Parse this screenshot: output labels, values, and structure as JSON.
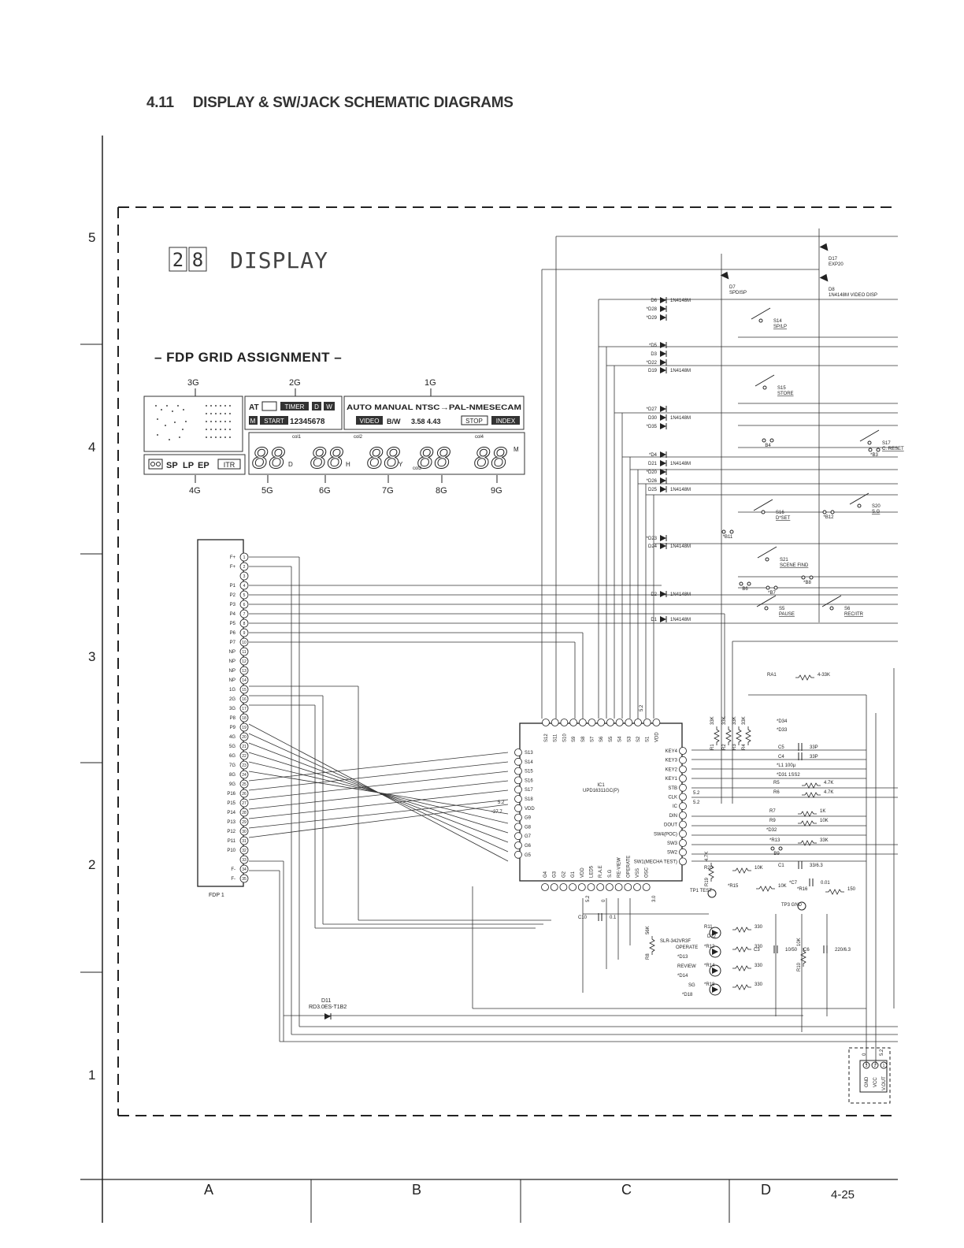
{
  "header": {
    "section_number": "4.11",
    "title": "DISPLAY & SW/JACK SCHEMATIC DIAGRAMS"
  },
  "page_number": "4-25",
  "grid": {
    "rows": [
      "5",
      "4",
      "3",
      "2",
      "1"
    ],
    "columns": [
      "A",
      "B",
      "C",
      "D"
    ]
  },
  "board": {
    "number_box": [
      "2",
      "8"
    ],
    "name": "DISPLAY"
  },
  "fdp_grid": {
    "title": "– FDP GRID ASSIGNMENT –",
    "grids_top": [
      "3G",
      "2G",
      "1G"
    ],
    "grids_bottom": [
      "4G",
      "5G",
      "6G",
      "7G",
      "8G",
      "9G"
    ],
    "segment_2g": [
      "AT",
      "TIMER",
      "D",
      "W",
      "M",
      "START",
      "12345678"
    ],
    "segment_1g_row1": "AUTO MANUAL NTSC→PAL-NMESECAM",
    "segment_1g_row2": [
      "VIDEO",
      "B/W",
      "3.58 4.43",
      "STOP",
      "INDEX"
    ],
    "segment_4g": [
      "SP",
      "LP",
      "EP",
      "ITR"
    ],
    "digits": [
      "88",
      "88",
      "88",
      "88",
      "88"
    ],
    "digit_marks": [
      "col1",
      "col2",
      "col3",
      "col4",
      "D",
      "H",
      "Y",
      "M"
    ]
  },
  "fdp": {
    "ref": "FDP 1",
    "pins": [
      "F+",
      "F+",
      "",
      "P1",
      "P2",
      "P3",
      "P4",
      "P5",
      "P6",
      "P7",
      "NP",
      "NP",
      "NP",
      "NP",
      "1G",
      "2G",
      "3G",
      "P8",
      "P9",
      "4G",
      "5G",
      "6G",
      "7G",
      "8G",
      "9G",
      "P16",
      "P15",
      "P14",
      "P13",
      "P12",
      "P11",
      "P10",
      "",
      "F-",
      "F-"
    ]
  },
  "ic1": {
    "ref": "IC1",
    "part": "UPD16311GC(P)",
    "top_pins": [
      "S12",
      "S11",
      "S10",
      "S9",
      "S8",
      "S7",
      "S6",
      "S5",
      "S4",
      "S3",
      "S2",
      "S1",
      "VDD"
    ],
    "left_pins": [
      "S13",
      "S14",
      "S15",
      "S16",
      "S17",
      "S18",
      "VDD",
      "G9",
      "G8",
      "G7",
      "G6",
      "G5"
    ],
    "right_pins": [
      "KEY4",
      "KEY3",
      "KEY2",
      "KEY1",
      "STB",
      "CLK",
      "IC",
      "DIN",
      "DOUT",
      "SW4(POC)",
      "SW3",
      "SW2",
      "SW1(MECHA TEST)"
    ],
    "bottom_pins": [
      "G4",
      "G3",
      "G2",
      "G1",
      "VDD",
      "LED5",
      "R.A.E",
      "S.G",
      "RE-VIEW",
      "OPERATE",
      "VSS",
      "OSC"
    ],
    "supply_labels": [
      "5.2",
      "-27.7",
      "5.2",
      "5.2",
      "0",
      "3.0"
    ]
  },
  "diodes": [
    {
      "ref": "D6",
      "part": "1N4148M"
    },
    {
      "ref": "*D28",
      "part": ""
    },
    {
      "ref": "*D29",
      "part": ""
    },
    {
      "ref": "*D5",
      "part": ""
    },
    {
      "ref": "D3",
      "part": ""
    },
    {
      "ref": "*D22",
      "part": ""
    },
    {
      "ref": "D19",
      "part": "1N4148M"
    },
    {
      "ref": "*D27",
      "part": ""
    },
    {
      "ref": "D30",
      "part": "1N4148M"
    },
    {
      "ref": "*D35",
      "part": ""
    },
    {
      "ref": "*D4",
      "part": ""
    },
    {
      "ref": "D21",
      "part": "1N4148M"
    },
    {
      "ref": "*D20",
      "part": ""
    },
    {
      "ref": "*D26",
      "part": ""
    },
    {
      "ref": "D25",
      "part": "1N4148M"
    },
    {
      "ref": "*D23",
      "part": ""
    },
    {
      "ref": "D24",
      "part": "1N4148M"
    },
    {
      "ref": "D2",
      "part": "1N4148M"
    },
    {
      "ref": "D1",
      "part": "1N4148M"
    },
    {
      "ref": "D7",
      "part": "SPDISP"
    },
    {
      "ref": "D17",
      "part": "EXP20"
    },
    {
      "ref": "D8",
      "part": "1N4148M VIDEO DISP"
    }
  ],
  "switches": [
    {
      "ref": "S14",
      "name": "SP/LP"
    },
    {
      "ref": "S15",
      "name": "STORE"
    },
    {
      "ref": "S17",
      "name": "C. RESET"
    },
    {
      "ref": "S16",
      "name": "D*SET"
    },
    {
      "ref": "S20",
      "name": "S.G"
    },
    {
      "ref": "S21",
      "name": "SCENE FIND"
    },
    {
      "ref": "S5",
      "name": "PAUSE"
    },
    {
      "ref": "S6",
      "name": "REC/ITR"
    }
  ],
  "jumpers": [
    "B4",
    "*B3",
    "*B11",
    "*B12",
    "B6",
    "*B7",
    "*B8",
    "B9"
  ],
  "resistors": [
    {
      "ref": "R1",
      "value": "33K"
    },
    {
      "ref": "R2",
      "value": "33K"
    },
    {
      "ref": "R3",
      "value": "33K"
    },
    {
      "ref": "R4",
      "value": "33K"
    },
    {
      "ref": "RA1",
      "value": "4-33K"
    },
    {
      "ref": "R5",
      "value": "4.7K"
    },
    {
      "ref": "R6",
      "value": "4.7K"
    },
    {
      "ref": "R7",
      "value": "1K"
    },
    {
      "ref": "R9",
      "value": "10K"
    },
    {
      "ref": "*R13",
      "value": "33K"
    },
    {
      "ref": "R19",
      "value": "4.7K"
    },
    {
      "ref": "R20",
      "value": "10K"
    },
    {
      "ref": "*R15",
      "value": "10K"
    },
    {
      "ref": "*R16",
      "value": "150"
    },
    {
      "ref": "R11",
      "value": "330"
    },
    {
      "ref": "*R12",
      "value": "330"
    },
    {
      "ref": "*R14",
      "value": "330"
    },
    {
      "ref": "*R18",
      "value": "330"
    },
    {
      "ref": "R8",
      "value": "56K"
    },
    {
      "ref": "R10",
      "value": "10K"
    }
  ],
  "capacitors": [
    {
      "ref": "C5",
      "value": "33P"
    },
    {
      "ref": "C4",
      "value": "33P"
    },
    {
      "ref": "C1",
      "value": "33/6.3"
    },
    {
      "ref": "*C7",
      "value": "0.01"
    },
    {
      "ref": "C10",
      "value": "0.1"
    },
    {
      "ref": "C3",
      "value": "10/50"
    },
    {
      "ref": "C6",
      "value": "220/6.3"
    }
  ],
  "misc": {
    "l1": "*L1 100µ",
    "d31": "*D31 1SS2",
    "d34": "*D34",
    "d33": "*D33",
    "d32": "*D32",
    "tp1": "TP1 TEST",
    "tp3": "TP3 GND",
    "d11": "D11",
    "d11_part": "RD3.0ES-T1B2",
    "led_part": "SLR-342VR3F",
    "leds": [
      "D12",
      "*D13",
      "*D14",
      "*D18"
    ],
    "led_names": [
      "OPERATE",
      "REVIEW",
      "SG"
    ],
    "connector_pins": [
      "GND",
      "VCC",
      "V.OUT"
    ],
    "connector_nums": [
      "3",
      "2",
      "1"
    ],
    "connector_volts": [
      "0",
      "5.2"
    ]
  }
}
